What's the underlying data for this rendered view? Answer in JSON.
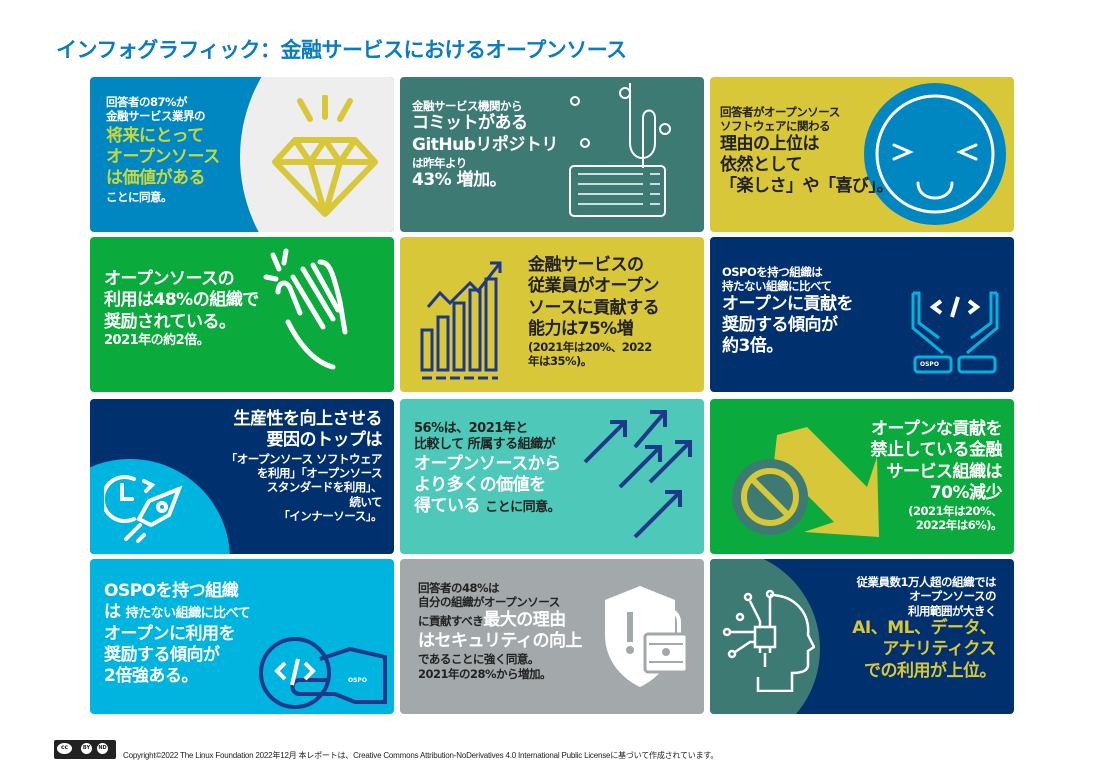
{
  "title": "インフォグラフィック：金融サービスにおけるオープンソース",
  "colors": {
    "title": "#0a7cc0",
    "blue": "#0086c0",
    "teal": "#3d7a74",
    "yellow": "#d9c73a",
    "green": "#0aaa3c",
    "navy": "#00306e",
    "cyan": "#00b4e0",
    "mint": "#4ec8b8",
    "gray": "#a3a9aa",
    "lime": "#c6d93a"
  },
  "tiles": [
    {
      "icon": "diamond-icon",
      "lines": [
        "回答者の87%が",
        "金融サービス業界の",
        "将来にとって",
        "オープンソース",
        "は価値がある",
        "ことに同意。"
      ]
    },
    {
      "icon": "keyboard-icon",
      "lines": [
        "金融サービス機関から",
        "コミットがある",
        "GitHubリポジトリ",
        "は昨年より",
        "43% 増加。"
      ]
    },
    {
      "icon": "smiley-face-icon",
      "lines": [
        "回答者がオープンソース",
        "ソフトウェアに関わる",
        "理由の上位は",
        "依然として",
        "「楽しさ」や「喜び」。"
      ]
    },
    {
      "icon": "clapping-hands-icon",
      "lines": [
        "オープンソースの",
        "利用は48%の組織で",
        "奨励されている。",
        "2021年の約2倍。"
      ]
    },
    {
      "icon": "growth-chart-icon",
      "lines": [
        "金融サービスの",
        "従業員がオープン",
        "ソースに貢献する",
        "能力は75%増",
        "(2021年は20%、2022",
        "年は35%)。"
      ]
    },
    {
      "icon": "hands-code-icon",
      "badge": "OSPO",
      "lines": [
        "OSPOを持つ組織は",
        "持たない組織に比べて",
        "オープンに貢献を",
        "奨励する傾向が",
        "約3倍。"
      ]
    },
    {
      "icon": "rocket-clock-icon",
      "lines": [
        "生産性を向上させる",
        "要因のトップは",
        "「オープンソース ソフトウェア",
        "を利用」「オープンソース",
        "スタンダードを利用」、",
        "続いて",
        "「インナーソース」。"
      ]
    },
    {
      "icon": "arrows-up-icon",
      "lines": [
        "56%は、2021年と",
        "比較して 所属する組織が",
        "オープンソースから",
        "より多くの価値を",
        "得ている",
        "ことに同意。"
      ]
    },
    {
      "icon": "prohibited-arrow-down-icon",
      "lines": [
        "オープンな貢献を",
        "禁止している金融",
        "サービス組織は",
        "70%減少",
        "(2021年は20%、",
        "2022年は6%)。"
      ]
    },
    {
      "icon": "hand-code-icon",
      "badge": "OSPO",
      "lines": [
        "OSPOを持つ組織",
        "は",
        "持たない組織に比べて",
        "オープンに利用を",
        "奨励する傾向が",
        "2倍強ある。"
      ]
    },
    {
      "icon": "shield-lock-icon",
      "lines": [
        "回答者の48%は",
        "自分の組織がオープンソース",
        "に貢献すべき",
        "最大の理由",
        "はセキュリティの向上",
        "であることに強く同意。",
        "2021年の28%から増加。"
      ]
    },
    {
      "icon": "ai-head-icon",
      "lines": [
        "従業員数1万人超の組織では",
        "オープンソースの",
        "利用範囲が大きく",
        "AI、ML、データ、",
        "アナリティクス",
        "での利用が上位。"
      ]
    }
  ],
  "footer": {
    "license_icon": "cc-by-nd-icon",
    "license_labels": [
      "cc",
      "BY",
      "ND"
    ],
    "text": "Copyright©2022 The Linux Foundation 2022年12月 本レポートは、Creative Commons Attribution-NoDerivatives 4.0 International Public Licenseに基づいて作成されています。"
  }
}
